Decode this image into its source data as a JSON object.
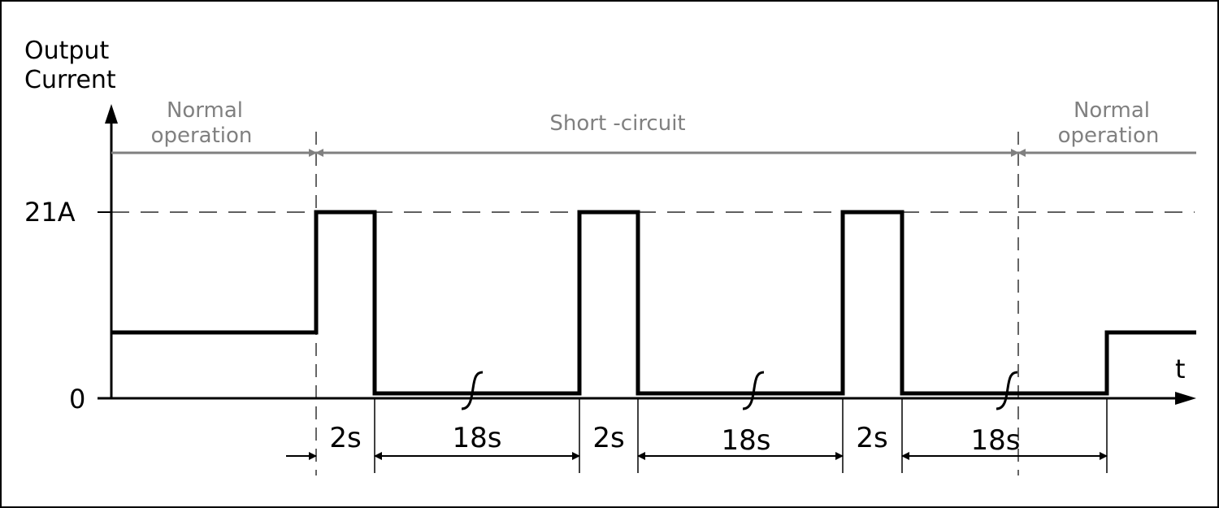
{
  "diagram": {
    "y_axis_title_line1": "Output",
    "y_axis_title_line2": "Current",
    "x_axis_label": "t",
    "y_tick_high": "21A",
    "y_tick_zero": "0",
    "phases": [
      {
        "line1": "Normal",
        "line2": "operation"
      },
      {
        "line1": "Short -circuit",
        "line2": ""
      },
      {
        "line1": "Normal",
        "line2": "operation"
      }
    ],
    "durations": [
      "2s",
      "18s",
      "2s",
      "18s",
      "2s",
      "18s"
    ],
    "colors": {
      "signal": "#000000",
      "phase_arrows": "#808080",
      "border": "#000000"
    }
  }
}
